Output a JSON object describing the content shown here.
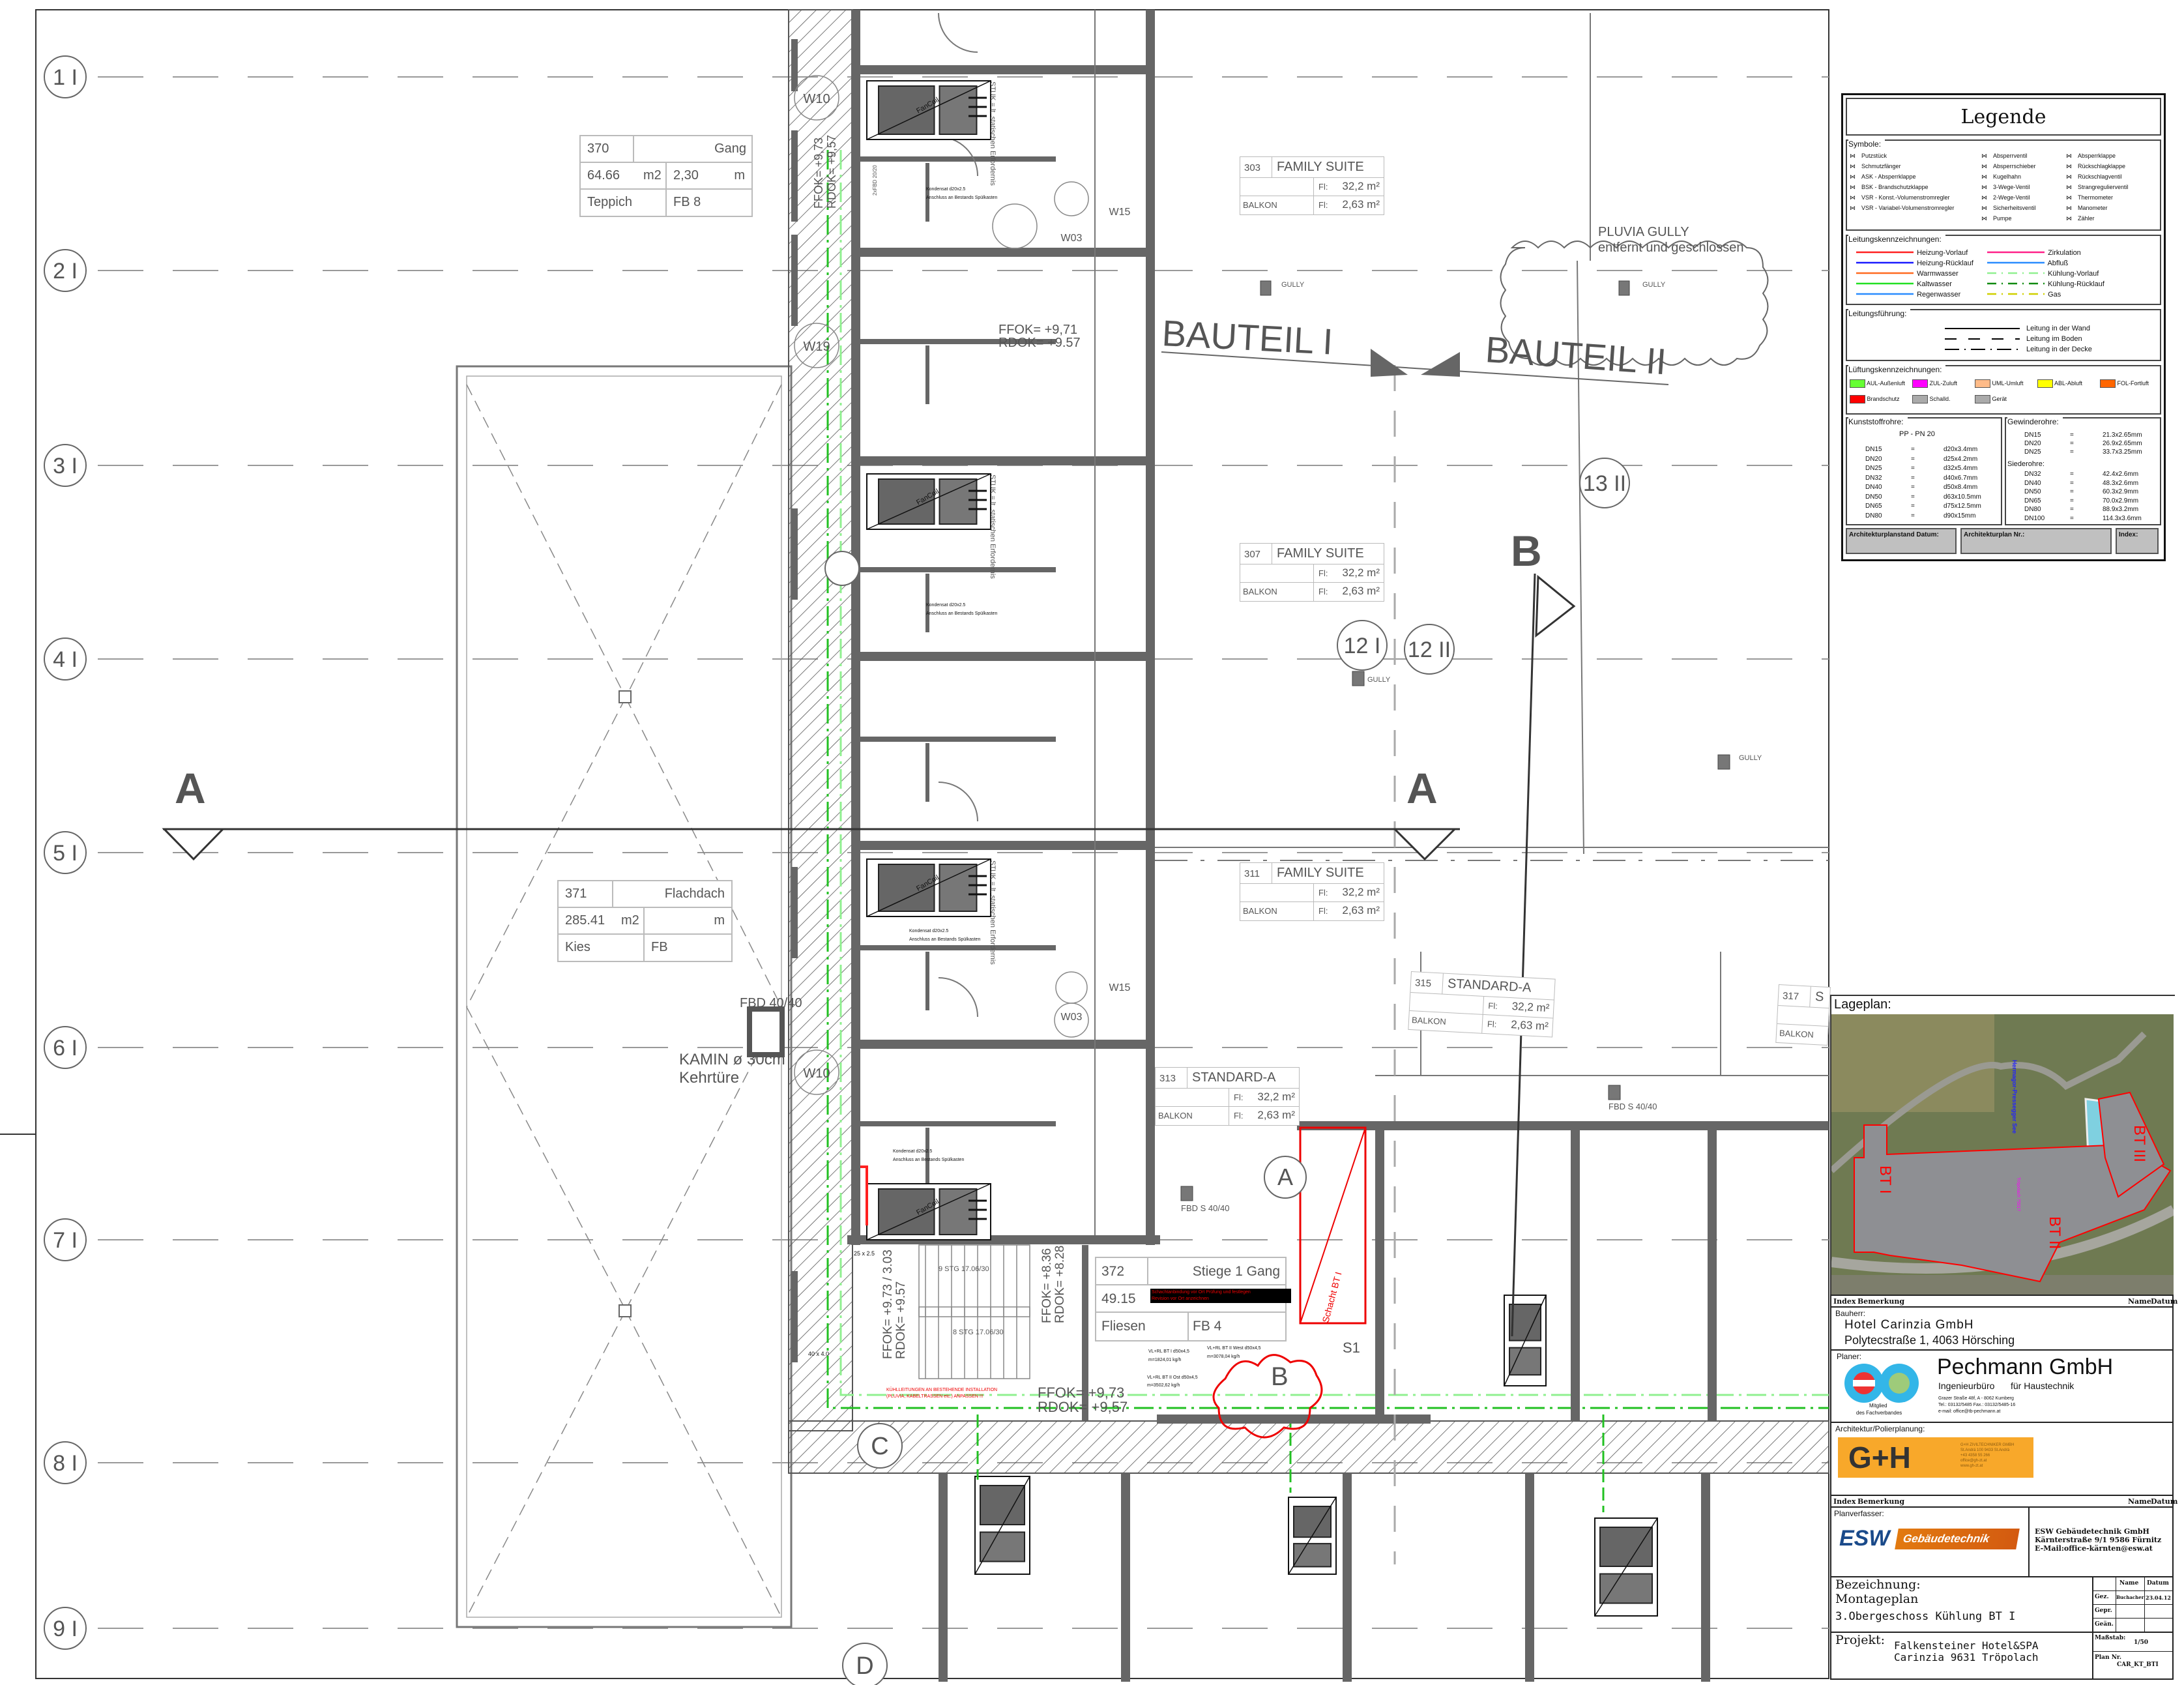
{
  "grid_axes": [
    "1 I",
    "2 I",
    "3 I",
    "4 I",
    "5 I",
    "6 I",
    "7 I",
    "8 I",
    "9 I"
  ],
  "rooms": [
    {
      "number": "370",
      "name": "Gang",
      "area": "64.66",
      "area_unit": "m2",
      "height": "2,30",
      "height_unit": "m",
      "floor": "Teppich",
      "fb": "FB 8"
    },
    {
      "number": "371",
      "name": "Flachdach",
      "area": "285.41",
      "area_unit": "m2",
      "height": "",
      "height_unit": "m",
      "floor": "Kies",
      "fb": "FB"
    },
    {
      "number": "372",
      "name": "Stiege 1 Gang",
      "area": "49.15",
      "floor": "Fliesen",
      "fb": "FB 4"
    }
  ],
  "suites": [
    {
      "number": "303",
      "name": "FAMILY SUITE",
      "fl_label": "Fl:",
      "area": "32,2 m²",
      "balkon": "BALKON",
      "balkon_area": "2,63 m²"
    },
    {
      "number": "307",
      "name": "FAMILY SUITE",
      "fl_label": "Fl:",
      "area": "32,2 m²",
      "balkon": "BALKON",
      "balkon_area": "2,63 m²"
    },
    {
      "number": "311",
      "name": "FAMILY SUITE",
      "fl_label": "Fl:",
      "area": "32,2 m²",
      "balkon": "BALKON",
      "balkon_area": "2,63 m²"
    },
    {
      "number": "315",
      "name": "STANDARD-A",
      "fl_label": "Fl:",
      "area": "32,2 m²",
      "balkon": "BALKON",
      "balkon_area": "2,63 m²"
    },
    {
      "number": "313",
      "name": "STANDARD-A",
      "fl_label": "Fl:",
      "area": "32,2 m²",
      "balkon": "BALKON",
      "balkon_area": "2,63 m²"
    },
    {
      "number": "317",
      "name": "S",
      "balkon": "BALKON"
    }
  ],
  "plan": {
    "bauteil_1": "BAUTEIL I",
    "bauteil_2": "BAUTEIL II",
    "pluvia_1": "PLUVIA GULLY",
    "pluvia_2": "entfernt und geschlossen",
    "gully": "GULLY",
    "section_a": "A",
    "section_b": "B",
    "axis_13": "13 II",
    "axis_12a": "12 I",
    "axis_12b": "12 II",
    "axis_c": "C",
    "axis_d": "D",
    "axis_a2": "A",
    "ffok_971": "FFOK=   +9,71",
    "rdok_957": "RDOK=   +9.57",
    "ffok_973": "FFOK=   +9,73",
    "rdok_957b": "RDOK=   +9,57",
    "ffok_stair": "FFOK=  +9.73 / 3.03",
    "rdok_stair": "RDOK=  +9.57",
    "ffok_836": "FFOK=  +8.36",
    "rdok_828": "RDOK=  +8.28",
    "w10": "W10",
    "w03": "W03",
    "w15": "W15",
    "w19": "W19",
    "kondensat": "Kondensat d20x2.5",
    "anschluss": "Anschluss an Bestands Spülkasten",
    "stuk": "STUK = lt. statischen Erfordernis",
    "fancoil": "FanCoil",
    "fbd_40": "FBD 40/40",
    "fbd_s": "FBD S 40/40",
    "fbd_2020": "2xFBD 20/20",
    "kamin": "KAMIN ø 30cm",
    "kehrtuere": "Kehrtüre",
    "stairs_9": "9 STG 17.06/30",
    "stairs_8": "8 STG 17.06/30",
    "dim_25": "25 x 2.5",
    "dim_40": "40 x 4.0",
    "schacht_note_1": "Schachtanbindung vor Ort Prüfung und festlegen",
    "schacht_note_2": "Revision vor Ort anzeichnen",
    "red_note_1": "KÜHLLEITUNGEN AN BESTEHENDE INSTALLATION",
    "red_note_2": "(PLUVIA, KABELTRASSEN etc.) ANPASSEN !!!",
    "vl_bt1": "VL+RL BT I d50x4,5",
    "m_bt1": "m=1824,01 kg/h",
    "vl_bt2w": "VL+RL BT II West d50x4,5",
    "m_bt2w": "m=3078,04 kg/h",
    "vl_bt2o": "VL+RL BT II Ost d50x4,5",
    "m_bt2o": "m=3502,62 kg/h",
    "schacht": "Schacht BT I",
    "s1": "S1",
    "b_label": "B"
  },
  "legend": {
    "title": "Legende",
    "symbols_header": "Symbole:",
    "symbols": [
      [
        "Putzstück",
        "Schmutzfänger",
        "ASK  - Absperrklappe",
        "BSK  - Brandschutzklappe",
        "VSR  - Konst.-Volumenstromregler",
        "VSR  - Variabel-Volumenstromregler"
      ],
      [
        "Absperrventil",
        "Absperrschieber",
        "Kugelhahn",
        "3-Wege-Ventil",
        "2-Wege-Ventil",
        "Sicherheitsventil",
        "Pumpe"
      ],
      [
        "Absperrklappe",
        "Rückschlagklappe",
        "Rückschlagventil",
        "Strangregulierventil",
        "Thermometer",
        "Manometer",
        "Zähler"
      ]
    ],
    "lines_header": "Leitungskennzeichnungen:",
    "lines": [
      {
        "label": "Heizung-Vorlauf",
        "color": "#ff2020",
        "style": "solid"
      },
      {
        "label": "Heizung-Rücklauf",
        "color": "#1a1aff",
        "style": "solid"
      },
      {
        "label": "Warmwasser",
        "color": "#ff6a20",
        "style": "solid"
      },
      {
        "label": "Kaltwasser",
        "color": "#22e022",
        "style": "solid"
      },
      {
        "label": "Regenwasser",
        "color": "#2a8cff",
        "style": "solid"
      },
      {
        "label": "Zirkulation",
        "color": "#ff2088",
        "style": "solid"
      },
      {
        "label": "Abfluß",
        "color": "#2a8cff",
        "style": "solid"
      },
      {
        "label": "Kühlung-Vorlauf",
        "color": "#90f090",
        "style": "dashdot"
      },
      {
        "label": "Kühlung-Rücklauf",
        "color": "#108a10",
        "style": "dashdot"
      },
      {
        "label": "Gas",
        "color": "#d0d000",
        "style": "dashdot"
      }
    ],
    "routing_header": "Leitungsführung:",
    "routing": [
      "Leitung in der Wand",
      "Leitung im Boden",
      "Leitung in der Decke"
    ],
    "air_header": "Lüftungskennzeichnungen:",
    "air": [
      {
        "label": "AUL-Außenluft",
        "color": "#66ff33"
      },
      {
        "label": "ZUL-Zuluft",
        "color": "#ff00ff"
      },
      {
        "label": "UML-Umluft",
        "color": "#ffbb88"
      },
      {
        "label": "ABL-Abluft",
        "color": "#ffff00"
      },
      {
        "label": "FOL-Fortluft",
        "color": "#ff6600"
      },
      {
        "label": "Brandschutz",
        "color": "#ff0000"
      },
      {
        "label": "Schalld.",
        "color": "#aaaaaa"
      },
      {
        "label": "Gerät",
        "color": "#aaaaaa"
      }
    ],
    "plastic_header": "Kunststoffrohre:",
    "plastic_type": "PP  -  PN 20",
    "plastic": [
      [
        "DN15",
        "d20x3.4mm"
      ],
      [
        "DN20",
        "d25x4.2mm"
      ],
      [
        "DN25",
        "d32x5.4mm"
      ],
      [
        "DN32",
        "d40x6.7mm"
      ],
      [
        "DN40",
        "d50x8.4mm"
      ],
      [
        "DN50",
        "d63x10.5mm"
      ],
      [
        "DN65",
        "d75x12.5mm"
      ],
      [
        "DN80",
        "d90x15mm"
      ]
    ],
    "thread_header": "Gewinderohre:",
    "thread": [
      [
        "DN15",
        "21.3x2.65mm"
      ],
      [
        "DN20",
        "26.9x2.65mm"
      ],
      [
        "DN25",
        "33.7x3.25mm"
      ]
    ],
    "seamless_header": "Siederohre:",
    "seamless": [
      [
        "DN32",
        "42.4x2.6mm"
      ],
      [
        "DN40",
        "48.3x2.6mm"
      ],
      [
        "DN50",
        "60.3x2.9mm"
      ],
      [
        "DN65",
        "70.0x2.9mm"
      ],
      [
        "DN80",
        "88.9x3.2mm"
      ],
      [
        "DN100",
        "114.3x3.6mm"
      ]
    ],
    "eq": "=",
    "arch_date": "Architekturplanstand Datum:",
    "arch_nr": "Architekturplan Nr.:",
    "arch_index": "Index:"
  },
  "lageplan": {
    "label": "Lageplan:",
    "lake": "Hermagor-Pressegger See",
    "place": "Tröpolach 75017",
    "bt1": "BT I",
    "bt2": "BT II",
    "bt3": "BT III"
  },
  "title_block": {
    "index": "Index",
    "bemerkung": "Bemerkung",
    "name": "Name",
    "datum": "Datum",
    "bauherr_label": "Bauherr:",
    "bauherr_name": "Hotel  Carinzia  GmbH",
    "bauherr_addr": "Polytecstraße  1,  4063  Hörsching",
    "planer_label": "Planer:",
    "planer_name": "Pechmann GmbH",
    "planer_sub1": "Ingenieurbüro",
    "planer_sub2": "für   Haustechnik",
    "planer_addr": "Grazer Straße 48f, A - 8062 Kumberg",
    "planer_tel": "Tel.: 03132/5485 Fax.: 03132/5485-16",
    "planer_mail": "e-mail: office@tb-pechmann.at",
    "member_1": "Mitglied",
    "member_2": "des Fachverbandes",
    "arch_label": "Architektur/Polierplanung:",
    "gh_logo": "G+H",
    "gh_lines": [
      "G+H   ZIVILTECHNIKER GMBH",
      "St.Andrä 100  9433 St.Andrä",
      "+43 4358 55 266",
      "office@gh-zt.at",
      "www.gh-zt.at"
    ],
    "verfasser_label": "Planverfasser:",
    "esw_logo_1": "ESW",
    "esw_logo_2": "Gebäudetechnik",
    "esw_name": "ESW  Gebäudetechnik  GmbH",
    "esw_addr": "Kärnterstraße  9/1  9586  Fürnitz",
    "esw_mail": "E-Mail:office-kärnten@esw.at",
    "bez_label": "Bezeichnung:",
    "bez_1": "Montageplan",
    "bez_2": "3.Obergeschoss  Kühlung  BT  I",
    "gez": "Gez.",
    "gepr": "Gepr.",
    "gean": "Geän.",
    "gez_name": "Buchacher",
    "gez_date": "23.04.12",
    "projekt_label": "Projekt:",
    "projekt_1": "Falkensteiner  Hotel&SPA",
    "projekt_2": "Carinzia  9631  Tröpolach",
    "massstab_label": "Maßstab:",
    "massstab": "1/50",
    "plan_nr_label": "Plan  Nr.",
    "plan_nr": "CAR_KT_BTI"
  }
}
